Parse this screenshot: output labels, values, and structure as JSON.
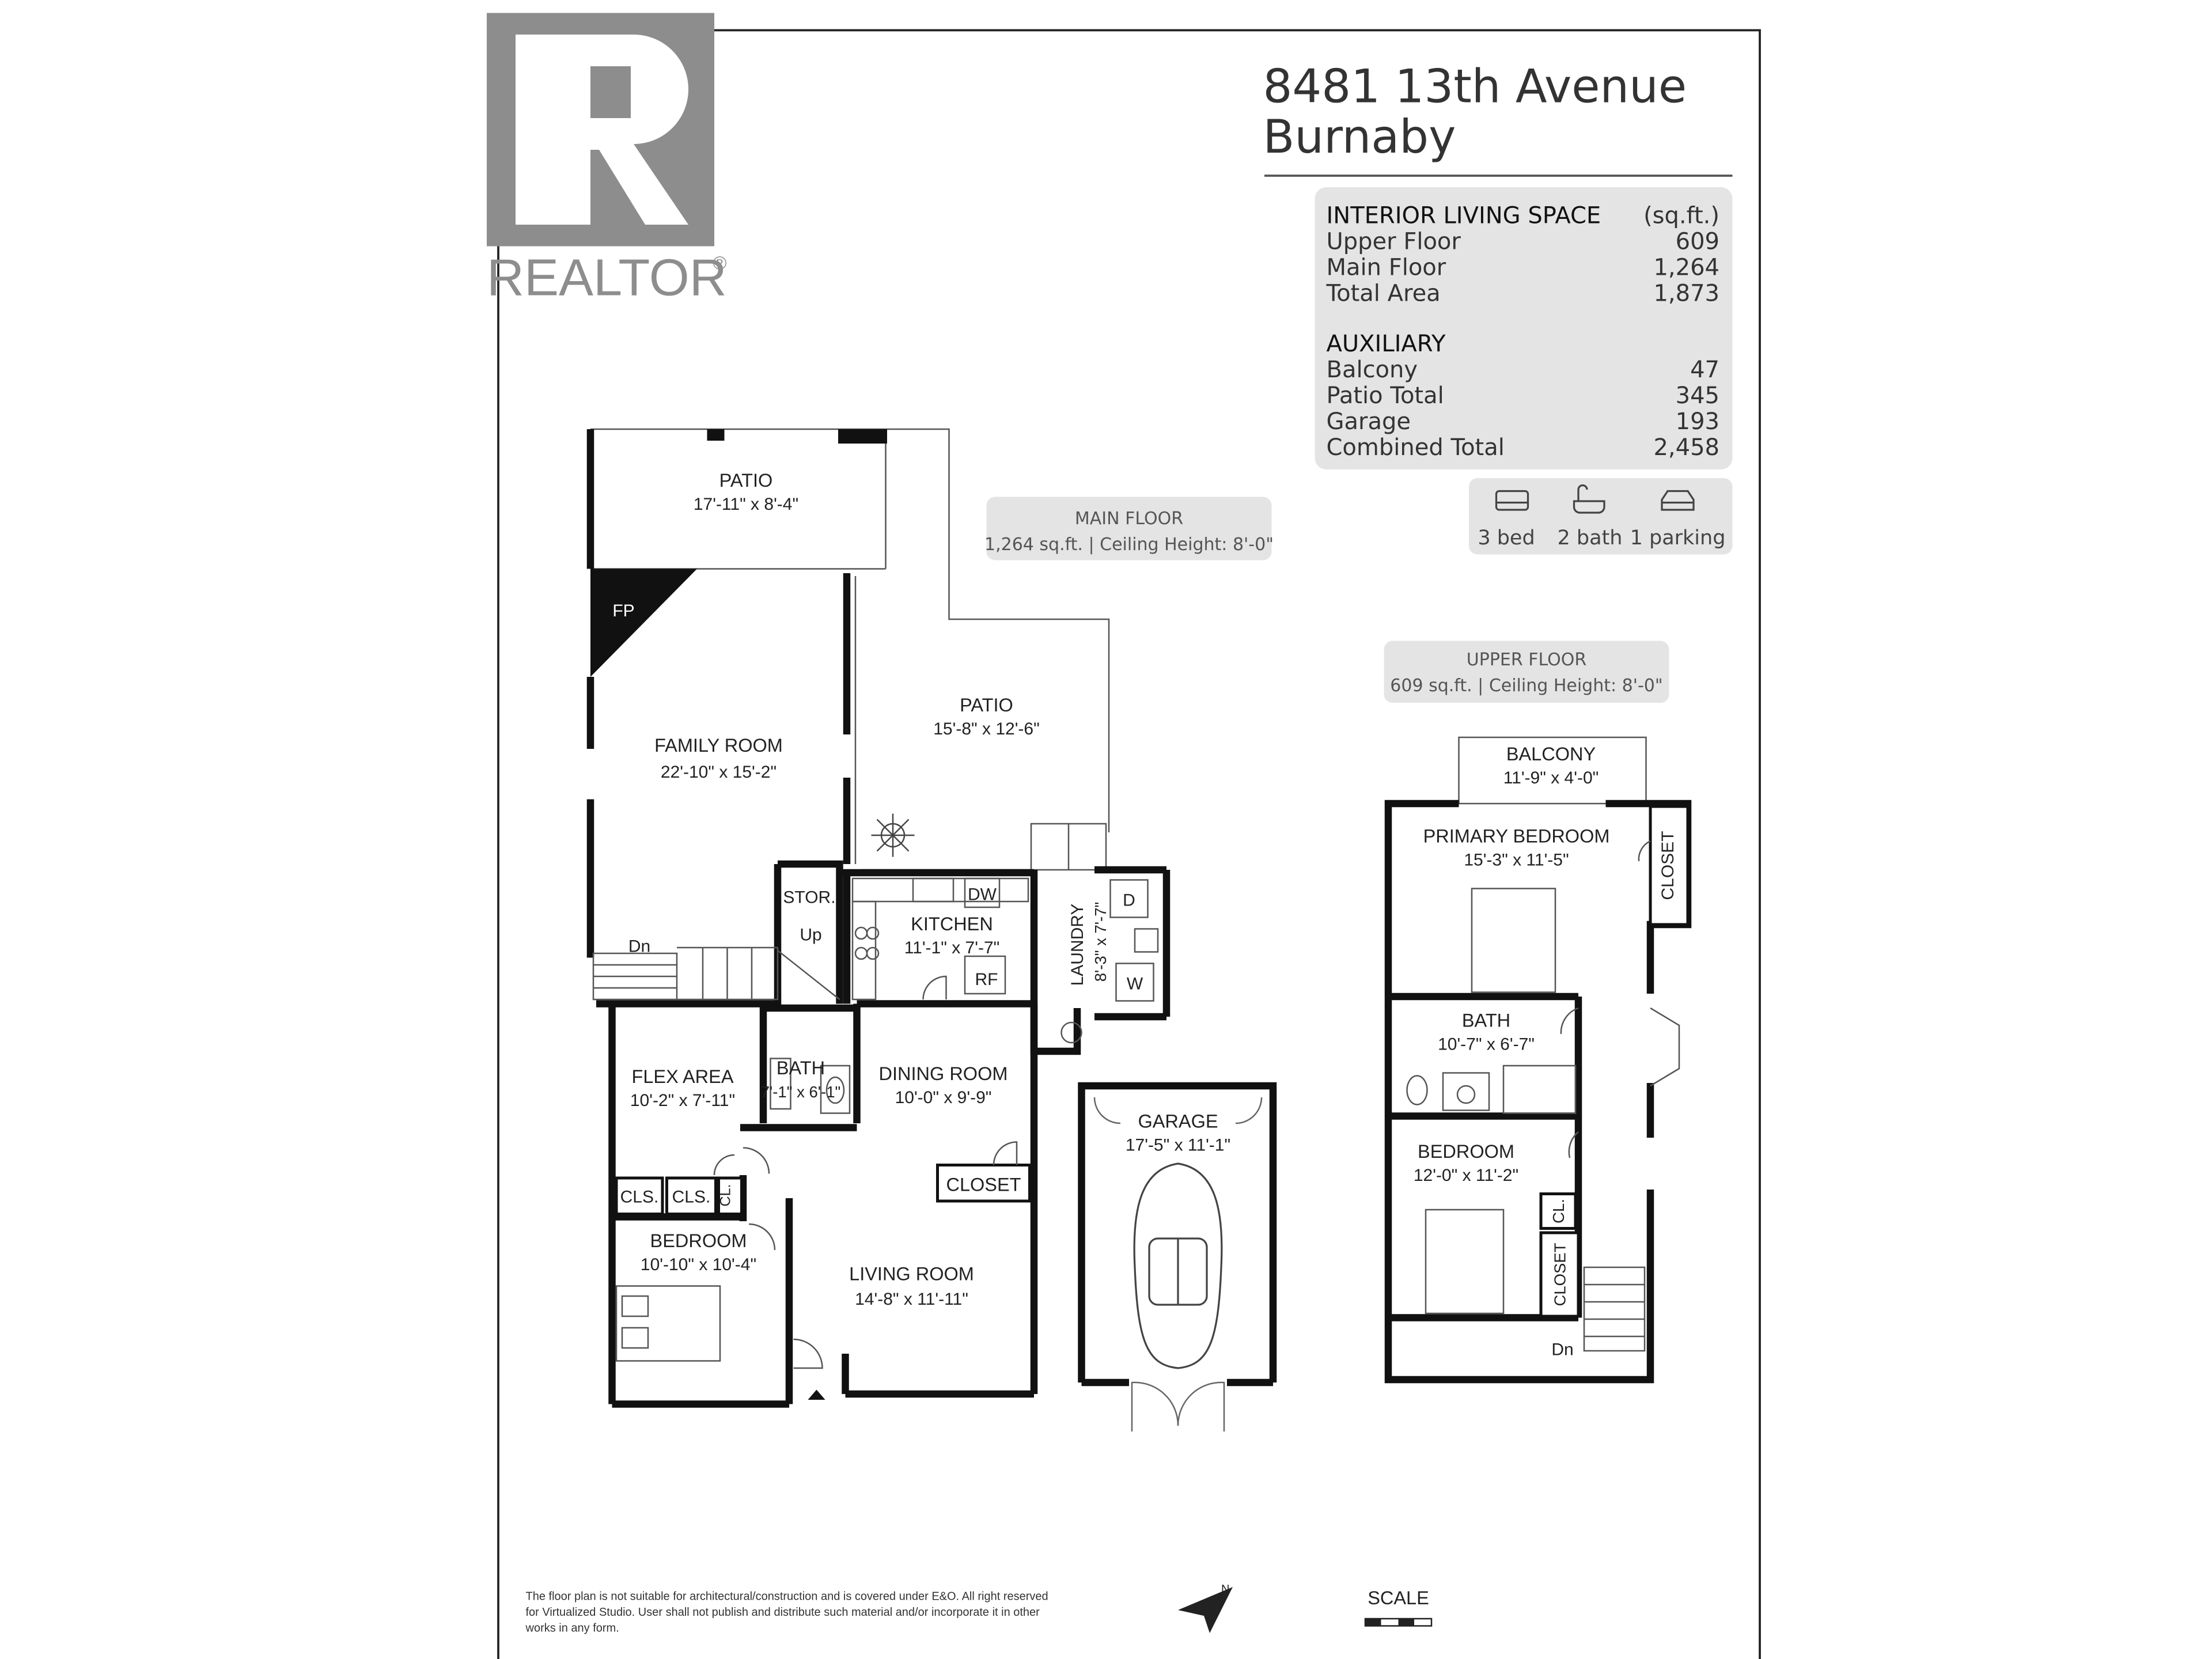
{
  "logo": {
    "text": "REALTOR",
    "mark": "®"
  },
  "header": {
    "line1": "8481 13th Avenue",
    "line2": "Burnaby"
  },
  "area_table": {
    "heading": "INTERIOR LIVING SPACE",
    "unit": "(sq.ft.)",
    "rows": [
      {
        "label": "Upper Floor",
        "value": "609"
      },
      {
        "label": "Main Floor",
        "value": "1,264"
      },
      {
        "label": "Total Area",
        "value": "1,873"
      }
    ],
    "aux_heading": "AUXILIARY",
    "aux_rows": [
      {
        "label": "Balcony",
        "value": "47"
      },
      {
        "label": "Patio Total",
        "value": "345"
      },
      {
        "label": "Garage",
        "value": "193"
      },
      {
        "label": "Combined Total",
        "value": "2,458"
      }
    ]
  },
  "features": [
    {
      "icon": "bed-icon",
      "label": "3 bed"
    },
    {
      "icon": "bathtub-icon",
      "label": "2 bath"
    },
    {
      "icon": "car-icon",
      "label": "1 parking"
    }
  ],
  "main_floor": {
    "title": "MAIN FLOOR",
    "info": "1,264 sq.ft. | Ceiling Height: 8'-0\""
  },
  "upper_floor": {
    "title": "UPPER FLOOR",
    "info": "609 sq.ft. | Ceiling Height: 8'-0\""
  },
  "rooms": {
    "patio1": {
      "name": "PATIO",
      "dim": "17'-11\" x 8'-4\""
    },
    "family": {
      "name": "FAMILY ROOM",
      "dim": "22'-10\" x 15'-2\""
    },
    "patio2": {
      "name": "PATIO",
      "dim": "15'-8\" x 12'-6\""
    },
    "kitchen": {
      "name": "KITCHEN",
      "dim": "11'-1\" x 7'-7\""
    },
    "laundry": {
      "name": "LAUNDRY",
      "dim": "8'-3\" x 7'-7\""
    },
    "flex": {
      "name": "FLEX AREA",
      "dim": "10'-2\" x 7'-11\""
    },
    "bath_main": {
      "name": "BATH",
      "dim": "7'-1\" x 6'-1\""
    },
    "dining": {
      "name": "DINING ROOM",
      "dim": "10'-0\" x 9'-9\""
    },
    "bedroom_main": {
      "name": "BEDROOM",
      "dim": "10'-10\" x 10'-4\""
    },
    "living": {
      "name": "LIVING ROOM",
      "dim": "14'-8\" x 11'-11\""
    },
    "garage": {
      "name": "GARAGE",
      "dim": "17'-5\" x 11'-1\""
    },
    "balcony": {
      "name": "BALCONY",
      "dim": "11'-9\" x 4'-0\""
    },
    "primary": {
      "name": "PRIMARY BEDROOM",
      "dim": "15'-3\" x 11'-5\""
    },
    "bath_upper": {
      "name": "BATH",
      "dim": "10'-7\" x 6'-7\""
    },
    "bedroom_upper": {
      "name": "BEDROOM",
      "dim": "12'-0\" x 11'-2\""
    }
  },
  "labels": {
    "fp": "FP",
    "stor": "STOR.",
    "up": "Up",
    "dn": "Dn",
    "dw": "DW",
    "rf": "RF",
    "d": "D",
    "w": "W",
    "closet": "CLOSET",
    "cls": "CLS.",
    "cl": "CL.",
    "dn_upper": "Dn"
  },
  "footer": {
    "disclaimer": [
      "The floor plan is not suitable for architectural/construction and is covered under E&O. All right reserved",
      "for Virtualized Studio. User shall not publish and distribute such material and/or incorporate it in other",
      "works in any form."
    ],
    "scale": "SCALE",
    "north_icon": "north-arrow-icon"
  }
}
